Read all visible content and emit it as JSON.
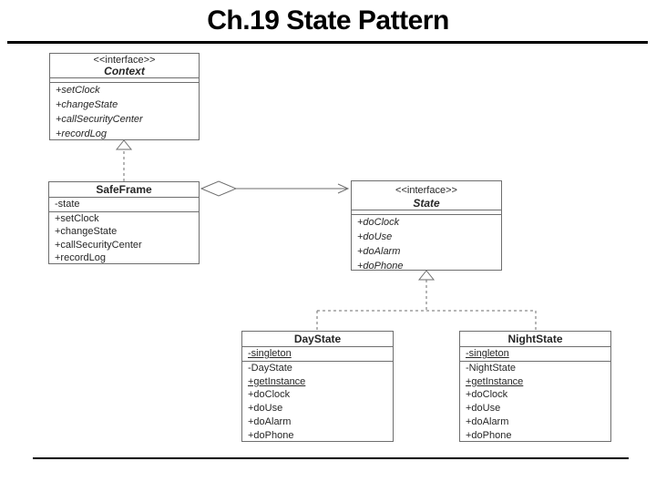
{
  "title": "Ch.19 State Pattern",
  "colors": {
    "line": "#6e6e6e",
    "text": "#262626",
    "rule": "#000000",
    "background": "#ffffff"
  },
  "classes": {
    "context": {
      "stereotype": "<<interface>>",
      "name": "Context",
      "attributes": [],
      "methods": [
        "+setClock",
        "+changeState",
        "+callSecurityCenter",
        "+recordLog"
      ]
    },
    "safeframe": {
      "name": "SafeFrame",
      "attributes": [
        "-state"
      ],
      "methods": [
        "+setClock",
        "+changeState",
        "+callSecurityCenter",
        "+recordLog"
      ]
    },
    "state": {
      "stereotype": "<<interface>>",
      "name": "State",
      "attributes": [],
      "methods": [
        "+doClock",
        "+doUse",
        "+doAlarm",
        "+doPhone"
      ]
    },
    "daystate": {
      "name": "DayState",
      "attributes": [
        "-singleton"
      ],
      "methods": [
        "-DayState",
        "+getInstance",
        "+doClock",
        "+doUse",
        "+doAlarm",
        "+doPhone"
      ],
      "static_members": [
        "-singleton",
        "+getInstance"
      ]
    },
    "nightstate": {
      "name": "NightState",
      "attributes": [
        "-singleton"
      ],
      "methods": [
        "-NightState",
        "+getInstance",
        "+doClock",
        "+doUse",
        "+doAlarm",
        "+doPhone"
      ],
      "static_members": [
        "-singleton",
        "+getInstance"
      ]
    }
  },
  "relationships": [
    {
      "type": "realization",
      "from": "SafeFrame",
      "to": "Context",
      "line": "dashed",
      "head": "hollow-triangle"
    },
    {
      "type": "aggregation",
      "from": "SafeFrame",
      "to": "State",
      "line": "solid",
      "tail": "hollow-diamond",
      "head": "open-arrow"
    },
    {
      "type": "realization",
      "from": "DayState",
      "to": "State",
      "line": "dashed",
      "head": "hollow-triangle"
    },
    {
      "type": "realization",
      "from": "NightState",
      "to": "State",
      "line": "dashed",
      "head": "hollow-triangle"
    }
  ]
}
